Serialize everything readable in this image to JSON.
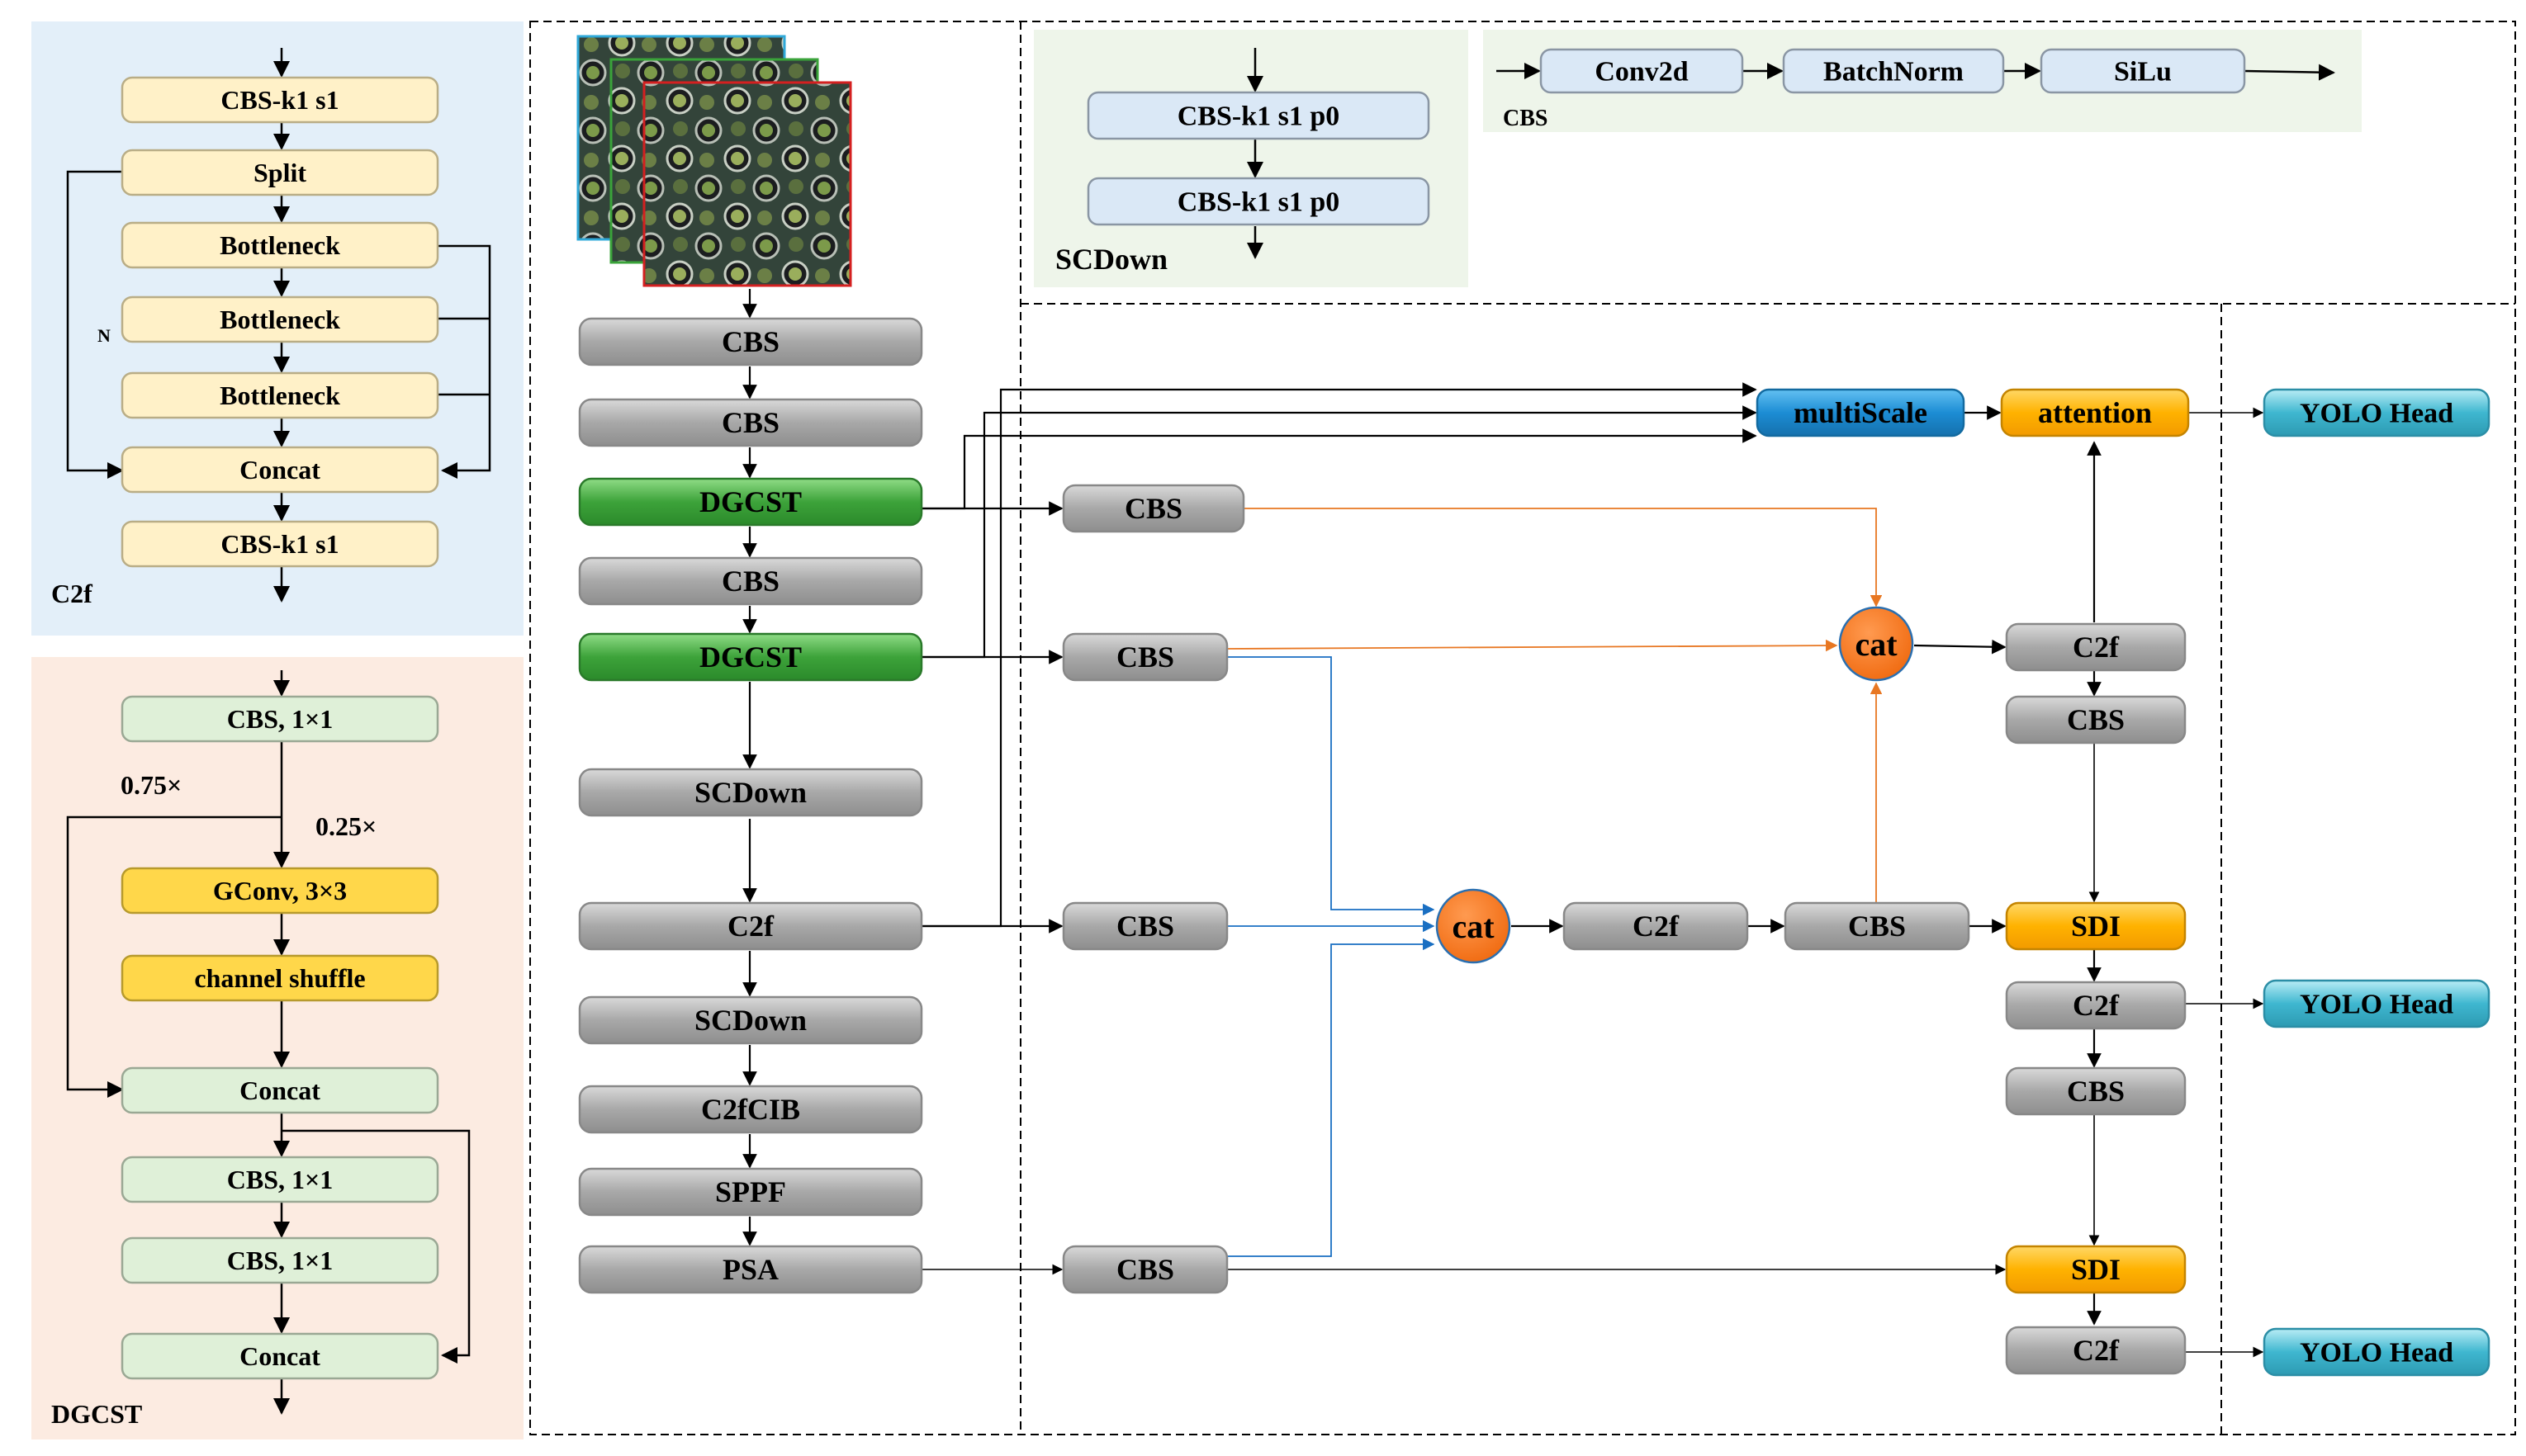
{
  "colors": {
    "c2f_panel": "#e3eff9",
    "dgcst_panel": "#fcebe1",
    "scdown_panel": "#eef5ea",
    "cbs_panel": "#eef5ea",
    "cream_box": "#fff1c8",
    "cream_border": "#b9ad86",
    "green_box": "#dff0d8",
    "green_border": "#9aa894",
    "yellow_box": "#ffd74a",
    "blue_light_box": "#dae8f6",
    "blue_light_border": "#8a96a4",
    "gray_box": "#a9a9a9",
    "dgcst_green": "#3da33a",
    "multiscale_blue": "#1c8dd4",
    "attention_orange": "#ffb200",
    "sdi_orange": "#ffb600",
    "yolo_cyan": "#3fb7d0",
    "cat_orange": "#f47a20",
    "arrow_orange": "#e87722",
    "arrow_blue": "#1a6fc2"
  },
  "c2f_panel": {
    "title": "C2f",
    "boxes": [
      "CBS-k1 s1",
      "Split",
      "Bottleneck",
      "Bottleneck",
      "Bottleneck",
      "Concat",
      "CBS-k1 s1"
    ],
    "n_label": "N"
  },
  "dgcst_panel": {
    "title": "DGCST",
    "boxes": [
      "CBS, 1×1",
      "GConv, 3×3",
      "channel shuffle",
      "Concat",
      "CBS, 1×1",
      "CBS, 1×1",
      "Concat"
    ],
    "ratio_left": "0.75×",
    "ratio_right": "0.25×"
  },
  "scdown_panel": {
    "title": "SCDown",
    "boxes": [
      "CBS-k1 s1 p0",
      "CBS-k1 s1 p0"
    ]
  },
  "cbs_panel": {
    "title": "CBS",
    "boxes": [
      "Conv2d",
      "BatchNorm",
      "SiLu"
    ]
  },
  "backbone": [
    "CBS",
    "CBS",
    "DGCST",
    "CBS",
    "DGCST",
    "SCDown",
    "C2f",
    "SCDown",
    "C2fCIB",
    "SPPF",
    "PSA"
  ],
  "neck": {
    "cbs_label": "CBS",
    "c2f_label": "C2f",
    "cat_label": "cat",
    "multiscale_label": "multiScale",
    "attention_label": "attention",
    "sdi_label": "SDI",
    "yolo_label": "YOLO Head"
  }
}
